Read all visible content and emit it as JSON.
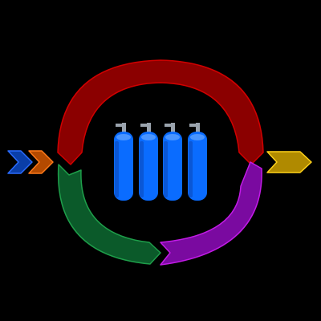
{
  "diagram": {
    "background": "#000000",
    "cycle_segments": [
      {
        "name": "top-segment",
        "fill": "#8b0000",
        "stroke": "#d10000"
      },
      {
        "name": "bottom-right-segment",
        "fill": "#7a0aa0",
        "stroke": "#c21be6"
      },
      {
        "name": "bottom-left-segment",
        "fill": "#0b5a2a",
        "stroke": "#1e9e4a"
      }
    ],
    "center_icon": {
      "name": "gas-cylinders-icon",
      "count": 4,
      "color": "#0a6cff",
      "valve_color": "#9aa3ad"
    },
    "input_chevrons": [
      {
        "name": "input-chevron-blue",
        "fill": "#0a3ea8",
        "stroke": "#2a6cff"
      },
      {
        "name": "input-chevron-orange",
        "fill": "#b44a00",
        "stroke": "#ff7a1a"
      }
    ],
    "output_chevron": {
      "name": "output-chevron-gold",
      "fill": "#b08a00",
      "stroke": "#ffd21a"
    }
  }
}
